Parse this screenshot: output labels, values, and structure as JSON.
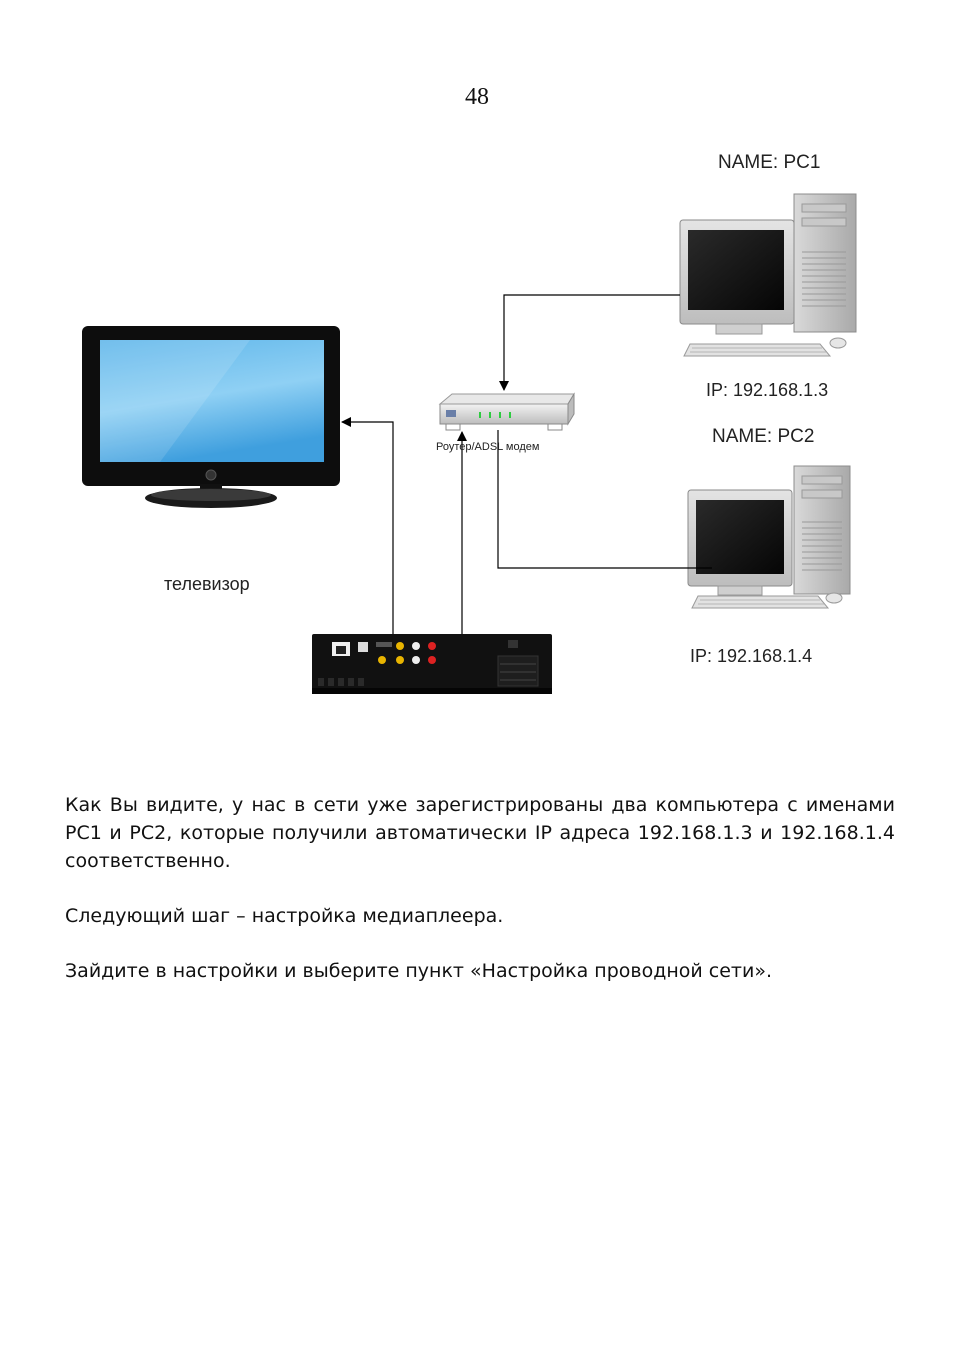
{
  "page": {
    "number": "48"
  },
  "diagram": {
    "pc1": {
      "name": "NAME: PC1",
      "ip": "IP: 192.168.1.3"
    },
    "pc2": {
      "name": "NAME: PC2",
      "ip": "IP: 192.168.1.4"
    },
    "router": {
      "label": "Роутер/ADSL модем"
    },
    "tv": {
      "label": "телевизор"
    }
  },
  "text": {
    "paragraph1": "Как Вы видите, у нас в сети уже зарегистрированы два компьютера с именами PC1 и PC2, которые получили автоматически IP адреса 192.168.1.3 и 192.168.1.4 соответственно.",
    "paragraph2": "Следующий шаг – настройка медиаплеера.",
    "paragraph3": "Зайдите в настройки и выберите пункт «Настройка проводной сети»."
  }
}
